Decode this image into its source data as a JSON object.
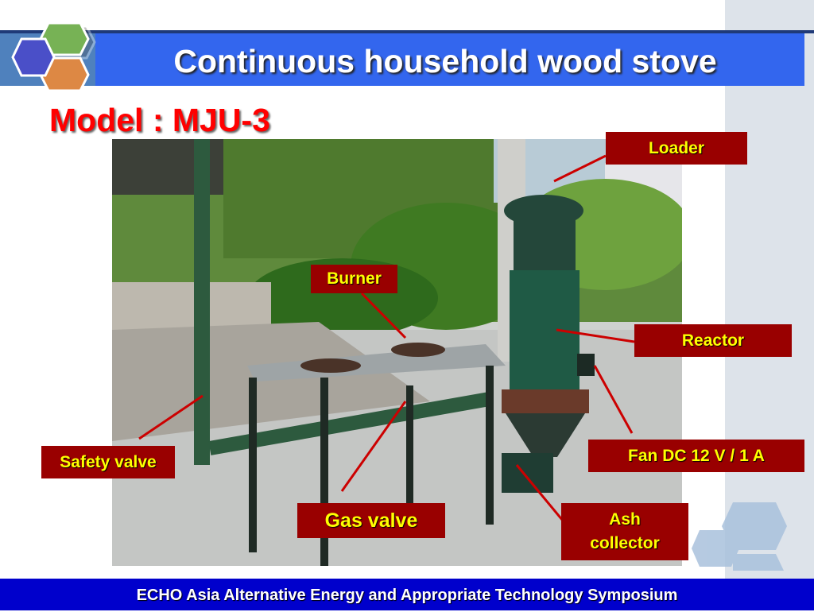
{
  "slide": {
    "title": "Continuous household wood stove",
    "subtitle": "Model : MJU-3",
    "footer": "ECHO Asia Alternative Energy and Appropriate Technology Symposium"
  },
  "labels": {
    "loader": "Loader",
    "burner": "Burner",
    "reactor": "Reactor",
    "safety_valve": "Safety valve",
    "fan": "Fan DC 12 V / 1 A",
    "gas_valve": "Gas valve",
    "ash_collector_line1": "Ash",
    "ash_collector_line2": "collector"
  },
  "colors": {
    "title_band": "#3366ee",
    "label_bg": "#990000",
    "label_text": "#ffff00",
    "model_text": "#ff0000",
    "footer_bg": "#0000cc"
  }
}
